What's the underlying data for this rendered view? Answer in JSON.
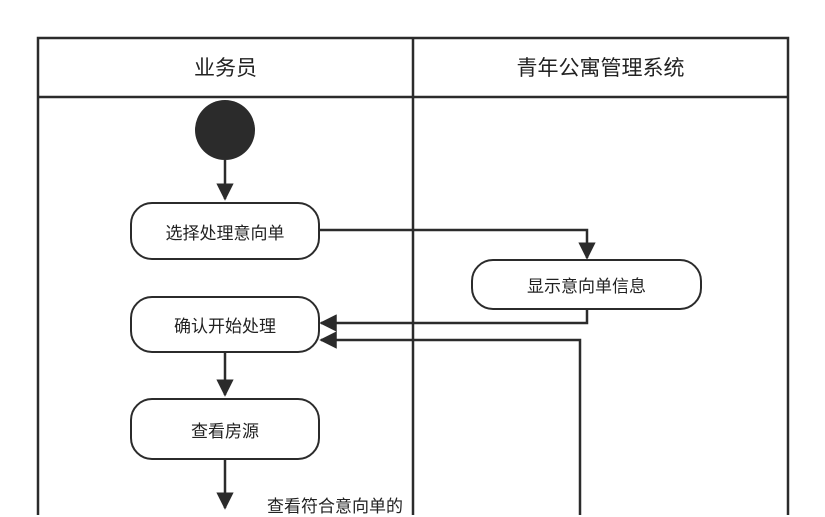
{
  "swimlanes": [
    {
      "title": "业务员"
    },
    {
      "title": "青年公寓管理系统"
    }
  ],
  "actions": {
    "select_intention": "选择处理意向单",
    "show_intention_info": "显示意向单信息",
    "confirm_start": "确认开始处理",
    "view_houses": "查看房源"
  },
  "partial_label": "查看符合意向单的",
  "colors": {
    "line": "#2b2b2b",
    "start_node": "#2b2b2b",
    "background": "#ffffff"
  }
}
